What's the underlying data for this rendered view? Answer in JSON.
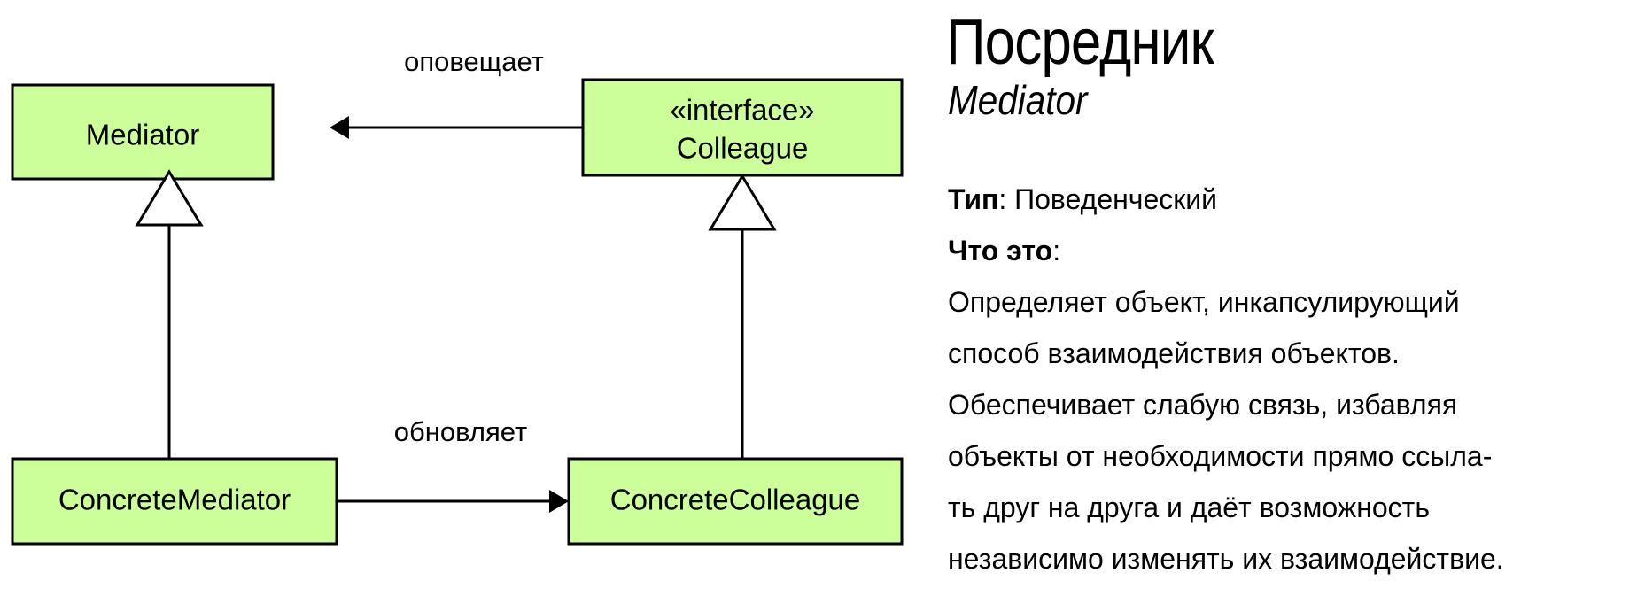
{
  "diagram": {
    "boxes": {
      "mediator": {
        "label": "Mediator"
      },
      "colleague": {
        "stereotype": "«interface»",
        "label": "Colleague"
      },
      "concrete_mediator": {
        "label": "ConcreteMediator"
      },
      "concrete_colleague": {
        "label": "ConcreteColleague"
      }
    },
    "edges": {
      "notifies": {
        "label": "оповещает"
      },
      "updates": {
        "label": "обновляет"
      }
    },
    "colors": {
      "box_fill": "#ccff99",
      "box_stroke": "#000000"
    }
  },
  "info": {
    "title": "Посредник",
    "subtitle": "Mediator",
    "type_label": "Тип",
    "type_value": ": Поведенческий",
    "what_label": "Что это",
    "what_suffix": ":",
    "description_lines": [
      "Определяет объект, инкапсулирующий",
      "способ взаимодействия объектов.",
      "Обеспечивает слабую связь, избавляя",
      "объекты от необходимости прямо ссыла-",
      "ть друг на друга и даёт возможность",
      "независимо изменять их взаимодействие."
    ]
  }
}
